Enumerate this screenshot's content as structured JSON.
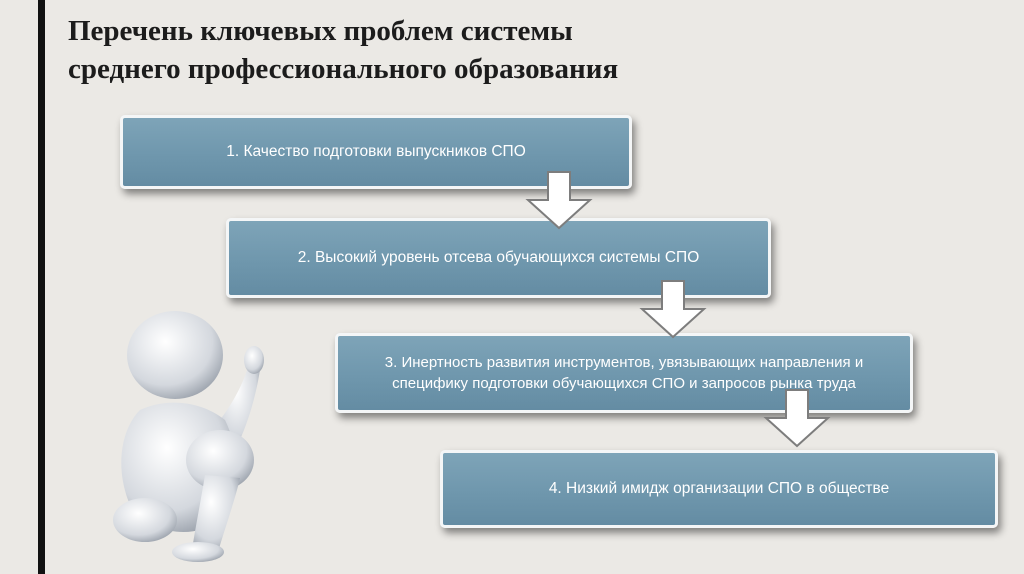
{
  "title": {
    "line1": "Перечень ключевых проблем системы",
    "line2": "среднего профессионального образования"
  },
  "steps": [
    {
      "text": "1. Качество подготовки выпускников СПО"
    },
    {
      "text": "2. Высокий уровень отсева обучающихся системы СПО"
    },
    {
      "text": "3. Инертность развития инструментов, увязывающих направления и специфику  подготовки обучающихся СПО и запросов рынка труда"
    },
    {
      "text": "4. Низкий имидж организации СПО в обществе"
    }
  ],
  "colors": {
    "box_fill": "#6f97ad",
    "box_border": "#f4f6f7",
    "background": "#ebe9e5",
    "accent_bar": "#111111"
  },
  "icons": [
    "down-arrow-icon",
    "thinking-person-figure"
  ]
}
